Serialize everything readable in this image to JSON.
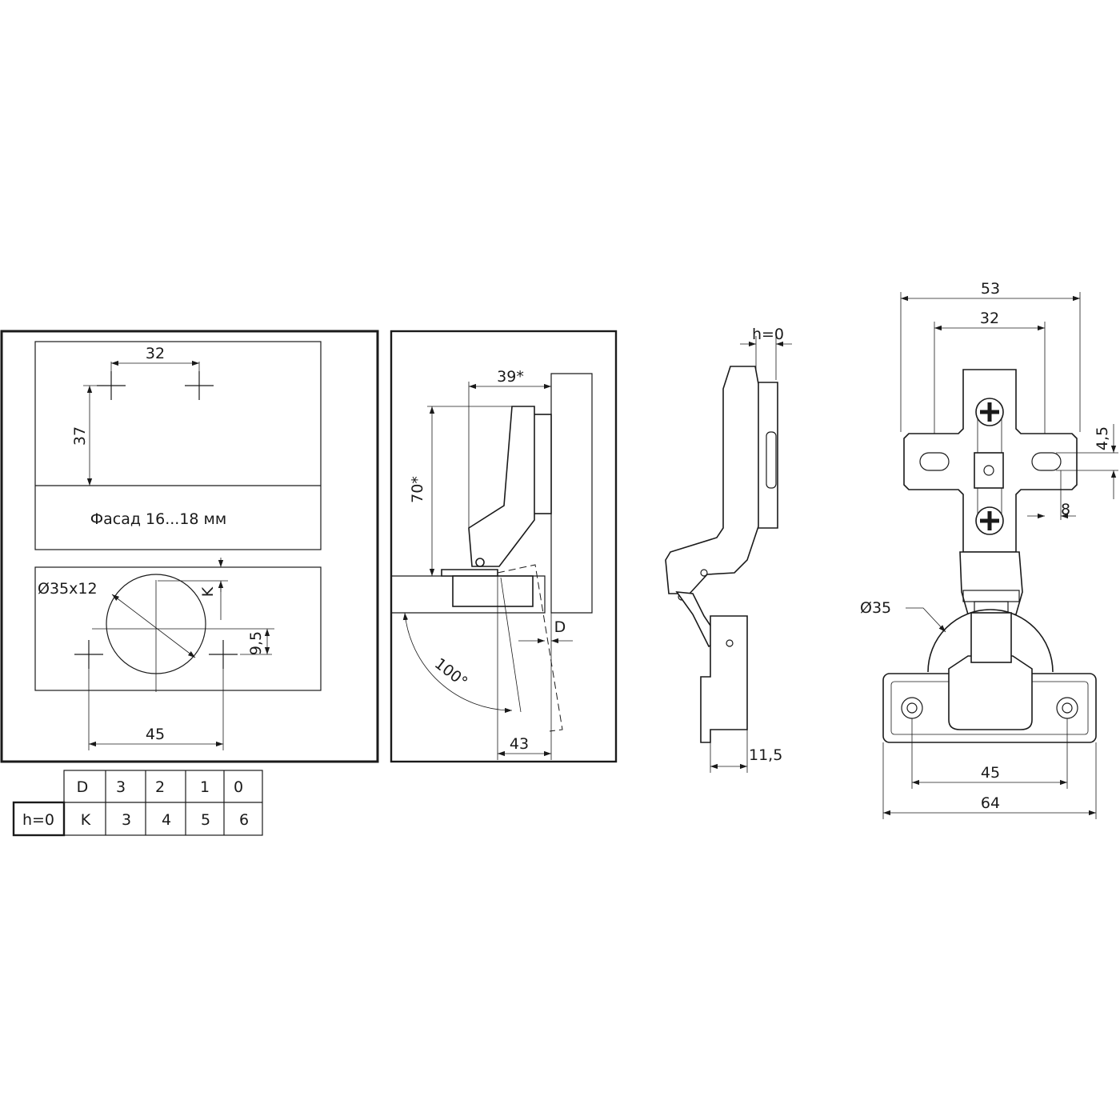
{
  "drill_plan": {
    "spacing_top": "32",
    "height_37": "37",
    "facade_label": "Фасад 16...18 мм",
    "cup_label": "Ø35x12",
    "k_label": "K",
    "offset_9_5": "9,5",
    "spacing_bottom": "45"
  },
  "section": {
    "dim_39": "39*",
    "dim_70": "70*",
    "angle": "100°",
    "dim_43": "43",
    "d_label": "D"
  },
  "side_view": {
    "h_label": "h=0",
    "dim_11_5": "11,5"
  },
  "front_view": {
    "dim_53": "53",
    "dim_32": "32",
    "dim_4_5": "4,5",
    "dim_8": "8",
    "cup_label": "Ø35",
    "dim_45": "45",
    "dim_64": "64"
  },
  "table": {
    "h_label": "h=0",
    "header": [
      "D",
      "3",
      "2",
      "1",
      "0"
    ],
    "row": [
      "K",
      "3",
      "4",
      "5",
      "6"
    ]
  }
}
